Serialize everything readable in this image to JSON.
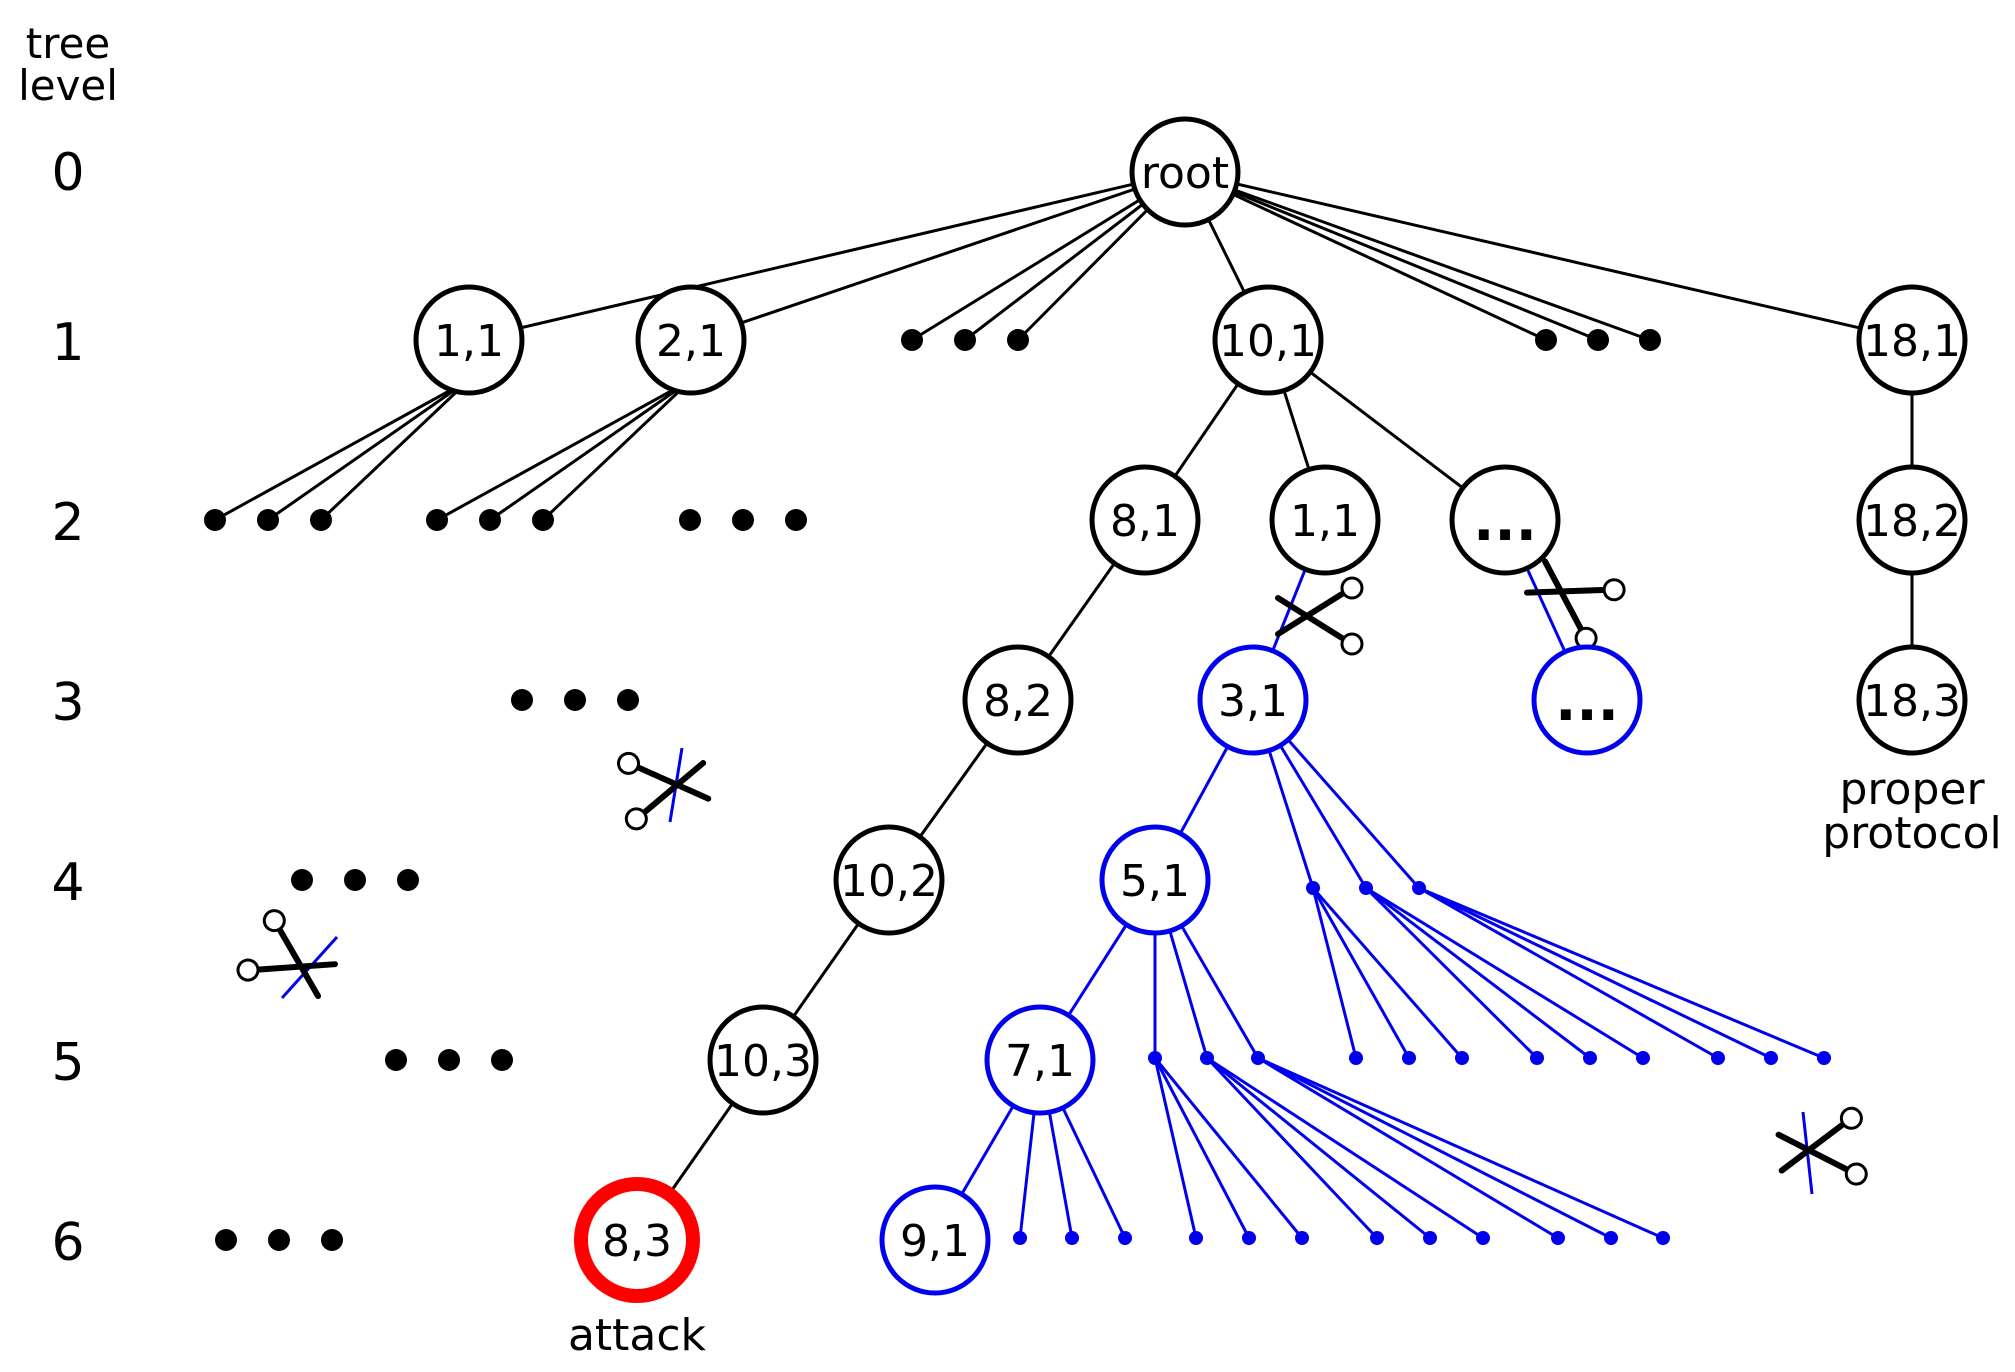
{
  "header": {
    "line1": "tree",
    "line2": "level"
  },
  "levels": [
    "0",
    "1",
    "2",
    "3",
    "4",
    "5",
    "6"
  ],
  "nodes": {
    "root": "root",
    "n1_1": "1,1",
    "n2_1": "2,1",
    "n10_1": "10,1",
    "n18_1": "18,1",
    "n8_1": "8,1",
    "n1_1b": "1,1",
    "nell2": "...",
    "n18_2": "18,2",
    "n8_2": "8,2",
    "n3_1": "3,1",
    "nell3": "...",
    "n18_3": "18,3",
    "n10_2": "10,2",
    "n5_1": "5,1",
    "n10_3": "10,3",
    "n7_1": "7,1",
    "n8_3": "8,3",
    "n9_1": "9,1"
  },
  "annotations": {
    "proper_line1": "proper",
    "proper_line2": "protocol",
    "attack": "attack"
  },
  "colors": {
    "default": "#000000",
    "pruned": "#0000ee",
    "attack": "#ff0000"
  }
}
